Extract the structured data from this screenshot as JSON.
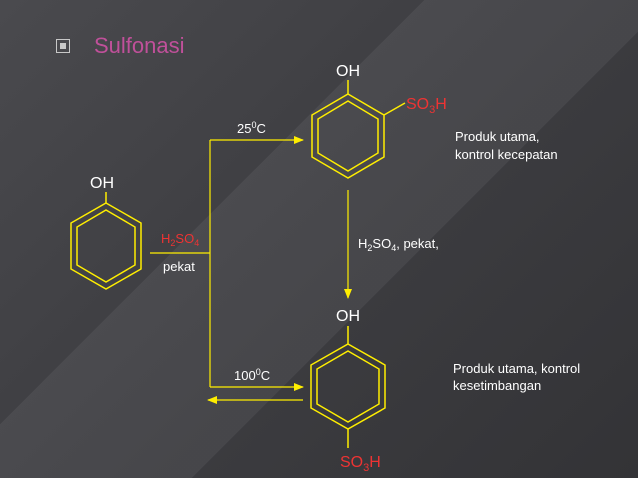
{
  "slide": {
    "bullet_icon": "square-bullet-icon",
    "title": "Sulfonasi"
  },
  "colors": {
    "line": "#ffee00",
    "reagent": "#ee3333",
    "text": "#ffffff",
    "title": "#c0509a"
  },
  "reactant": {
    "oh": "OH"
  },
  "reagent": {
    "h": "H",
    "sub2": "2",
    "so": "SO",
    "sub4": "4",
    "pekat": "pekat"
  },
  "top_condition": {
    "t": "25",
    "sup": "0",
    "c": "C"
  },
  "bottom_condition": {
    "t": "100",
    "sup": "0",
    "c": "C"
  },
  "ortho": {
    "oh": "OH",
    "so": "SO",
    "sub3": "3",
    "h": "H",
    "note_line1": "Produk utama,",
    "note_line2": "kontrol kecepatan"
  },
  "conversion": {
    "h": "H",
    "sub2": "2",
    "so": "SO",
    "sub4": "4",
    "rest": ", pekat,"
  },
  "para": {
    "oh": "OH",
    "so": "SO",
    "sub3": "3",
    "h": "H",
    "note_line1": "Produk utama, kontrol",
    "note_line2": "kesetimbangan"
  }
}
